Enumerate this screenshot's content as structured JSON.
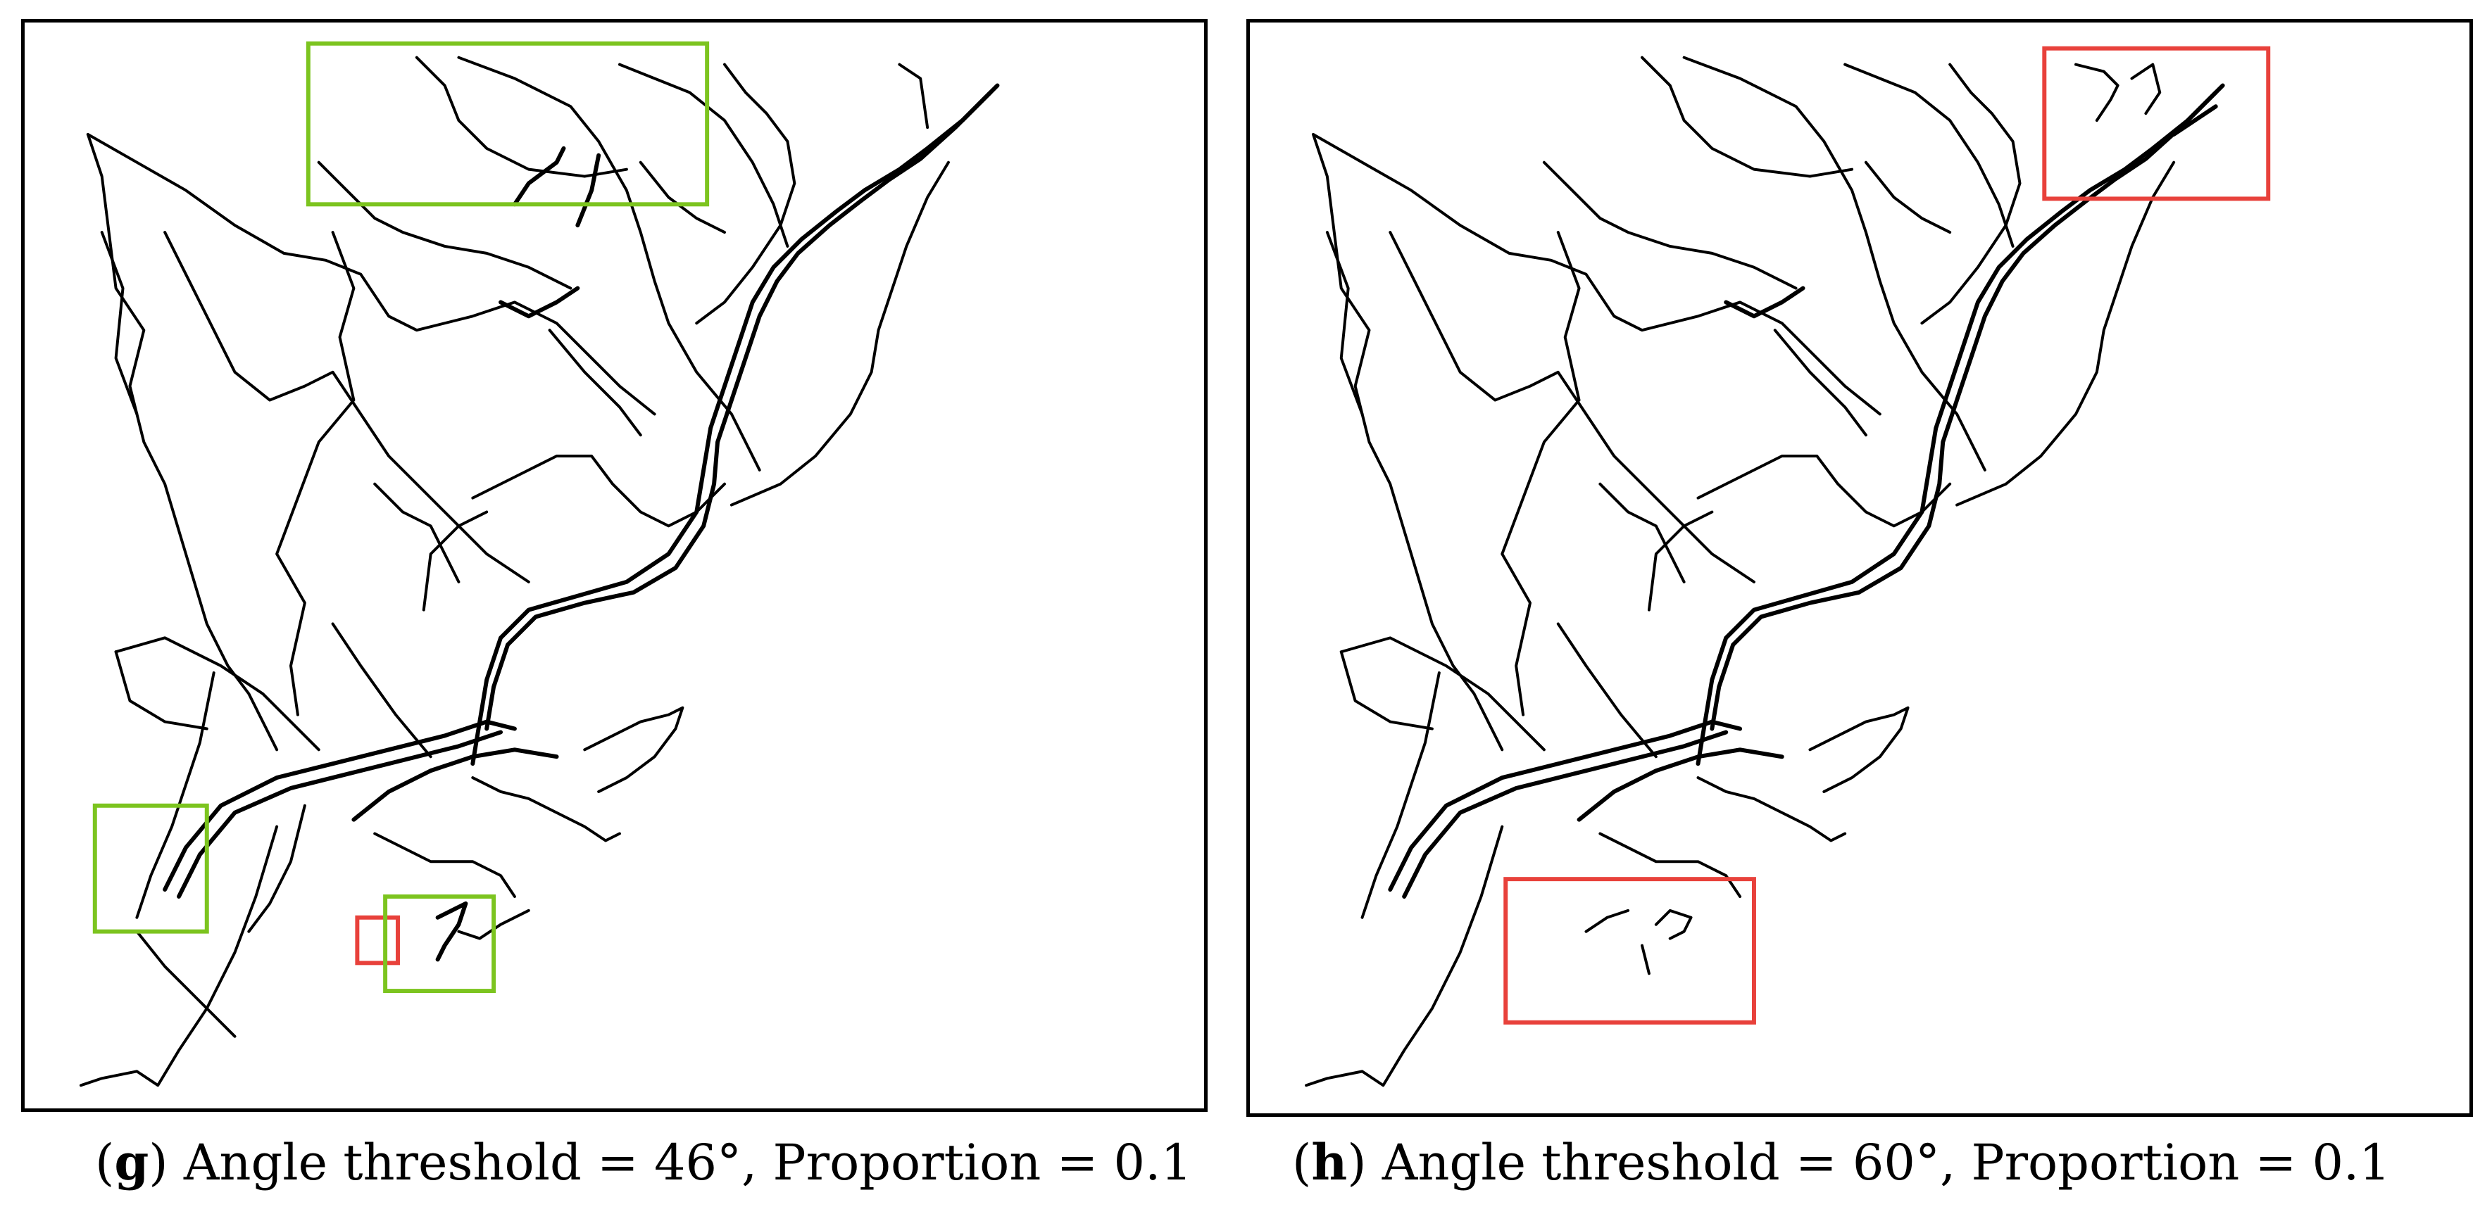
{
  "panels": [
    {
      "letter": "g",
      "caption": "Angle threshold = 46°, Proportion = 0.1",
      "highlight_colors": {
        "green": "#7cc41f",
        "red": "#e8413b"
      }
    },
    {
      "letter": "h",
      "caption": "Angle threshold = 60°, Proportion = 0.1",
      "highlight_colors": {
        "red": "#e8413b"
      }
    }
  ]
}
